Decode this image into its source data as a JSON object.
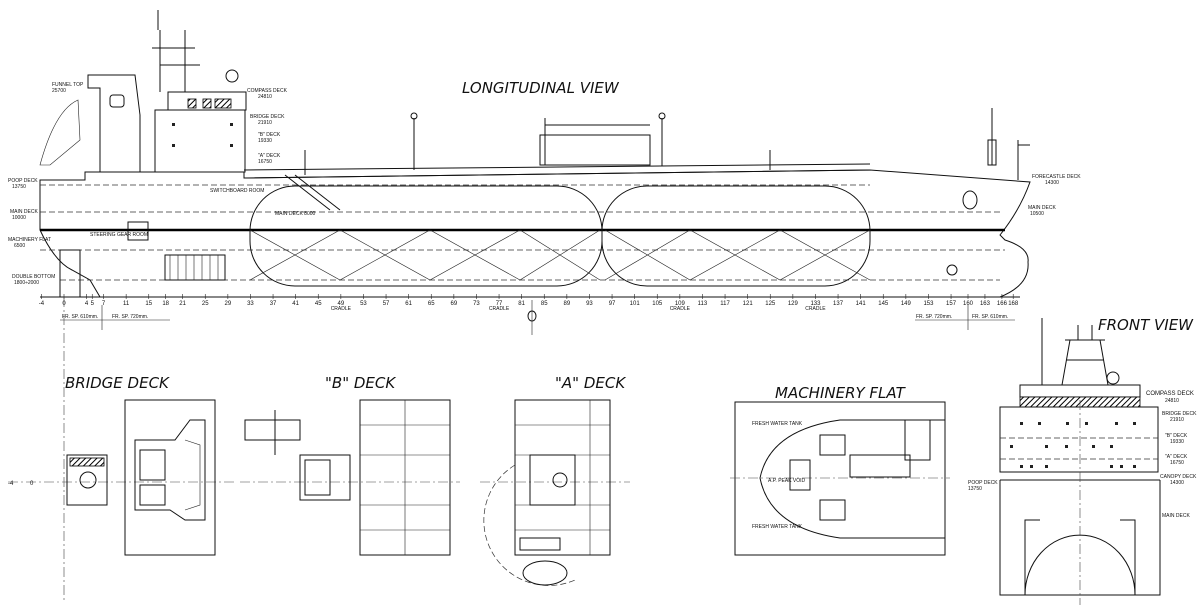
{
  "titles": {
    "longitudinal": "LONGITUDINAL VIEW",
    "front": "FRONT VIEW",
    "bridge": "BRIDGE DECK",
    "b_deck": "\"B\" DECK",
    "a_deck": "\"A\" DECK",
    "machinery": "MACHINERY FLAT"
  },
  "aft_levels": [
    {
      "name": "FUNNEL TOP",
      "value": "25700"
    },
    {
      "name": "POOP DECK",
      "value": "13750"
    },
    {
      "name": "MAIN DECK",
      "value": "10000"
    },
    {
      "name": "MACHINERY FLAT",
      "value": "6500"
    },
    {
      "name": "DOUBLE BOTTOM",
      "value": "1800÷2000"
    }
  ],
  "super_levels": [
    {
      "name": "COMPASS DECK",
      "value": "24810"
    },
    {
      "name": "BRIDGE DECK",
      "value": "21910"
    },
    {
      "name": "\"B\" DECK",
      "value": "19330"
    },
    {
      "name": "\"A\" DECK",
      "value": "16750"
    }
  ],
  "fwd_levels": [
    {
      "name": "FORECASTLE DECK",
      "value": "14300"
    },
    {
      "name": "MAIN DECK",
      "value": "10500"
    }
  ],
  "front_levels": [
    {
      "name": "COMPASS DECK",
      "value": "24810"
    },
    {
      "name": "BRIDGE DECK",
      "value": "21910"
    },
    {
      "name": "\"B\" DECK",
      "value": "19330"
    },
    {
      "name": "\"A\" DECK",
      "value": "16750"
    },
    {
      "name": "CANOPY DECK",
      "value": "14300"
    },
    {
      "name": "POOP DECK",
      "value": "13750"
    },
    {
      "name": "MAIN DECK",
      "value": ""
    }
  ],
  "frames": [
    "-4",
    "0",
    "4",
    "5",
    "7",
    "11",
    "15",
    "18",
    "21",
    "25",
    "29",
    "33",
    "37",
    "41",
    "45",
    "49",
    "53",
    "57",
    "61",
    "65",
    "69",
    "73",
    "77",
    "81",
    "85",
    "89",
    "93",
    "97",
    "101",
    "105",
    "109",
    "113",
    "117",
    "121",
    "125",
    "129",
    "133",
    "137",
    "141",
    "145",
    "149",
    "153",
    "157",
    "160",
    "163",
    "166",
    "168"
  ],
  "cradle_label": "CRADLE",
  "cradle_frames": [
    "49",
    "77",
    "109",
    "133"
  ],
  "frame_spacing": {
    "aft": "FR. SP. 610mm.",
    "mid": "FR. SP. 720mm.",
    "mid2": "FR. SP. 720mm.",
    "fwd": "FR. SP. 610mm."
  },
  "room_labels": {
    "switchboard": "SWITCHBOARD ROOM",
    "main_deck": "MAIN DECK 8000",
    "steering": "STEERING GEAR ROOM"
  },
  "machinery_labels": {
    "fresh_water_1": "FRESH WATER TANK",
    "fresh_water_2": "FRESH WATER TANK",
    "peak": "A.P. PEAK VOID"
  },
  "plan_frames": {
    "minus4": "-4",
    "zero": "0"
  }
}
